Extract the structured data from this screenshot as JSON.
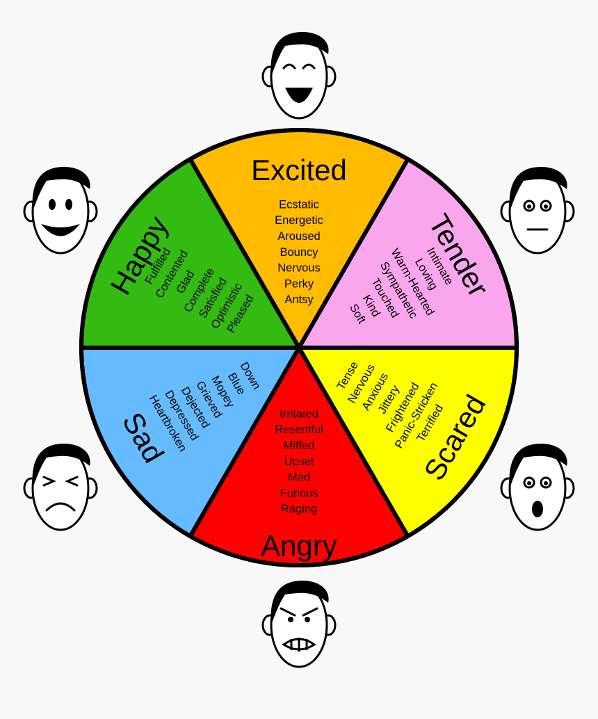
{
  "sectors": [
    {
      "id": "excited",
      "title": "Excited",
      "color": "#FFBB00",
      "words": [
        "Ecstatic",
        "Energetic",
        "Aroused",
        "Bouncy",
        "Nervous",
        "Perky",
        "Antsy"
      ],
      "face": "laughing-face-icon"
    },
    {
      "id": "tender",
      "title": "Tender",
      "color": "#F9A6EC",
      "words": [
        "Intimate",
        "Loving",
        "Warm-Hearted",
        "Sympathetic",
        "Touched",
        "Kind",
        "Soft"
      ],
      "face": "calm-face-icon"
    },
    {
      "id": "scared",
      "title": "Scared",
      "color": "#FFFF00",
      "words": [
        "Tense",
        "Nervous",
        "Anxious",
        "Jittery",
        "Frightened",
        "Panic-Stricken",
        "Terrified"
      ],
      "face": "scared-face-icon"
    },
    {
      "id": "angry",
      "title": "Angry",
      "color": "#FF0000",
      "words": [
        "Irritated",
        "Resentful",
        "Miffed",
        "Upset",
        "Mad",
        "Furious",
        "Raging"
      ],
      "face": "angry-face-icon"
    },
    {
      "id": "sad",
      "title": "Sad",
      "color": "#66BBFF",
      "words": [
        "Down",
        "Blue",
        "Mopey",
        "Grieved",
        "Dejected",
        "Depressed",
        "Heartbroken"
      ],
      "face": "crying-face-icon"
    },
    {
      "id": "happy",
      "title": "Happy",
      "color": "#33BB11",
      "words": [
        "Fulfilled",
        "Contented",
        "Glad",
        "Complete",
        "Satisfied",
        "Optimistic",
        "Pleased"
      ],
      "face": "smiling-face-icon"
    }
  ]
}
